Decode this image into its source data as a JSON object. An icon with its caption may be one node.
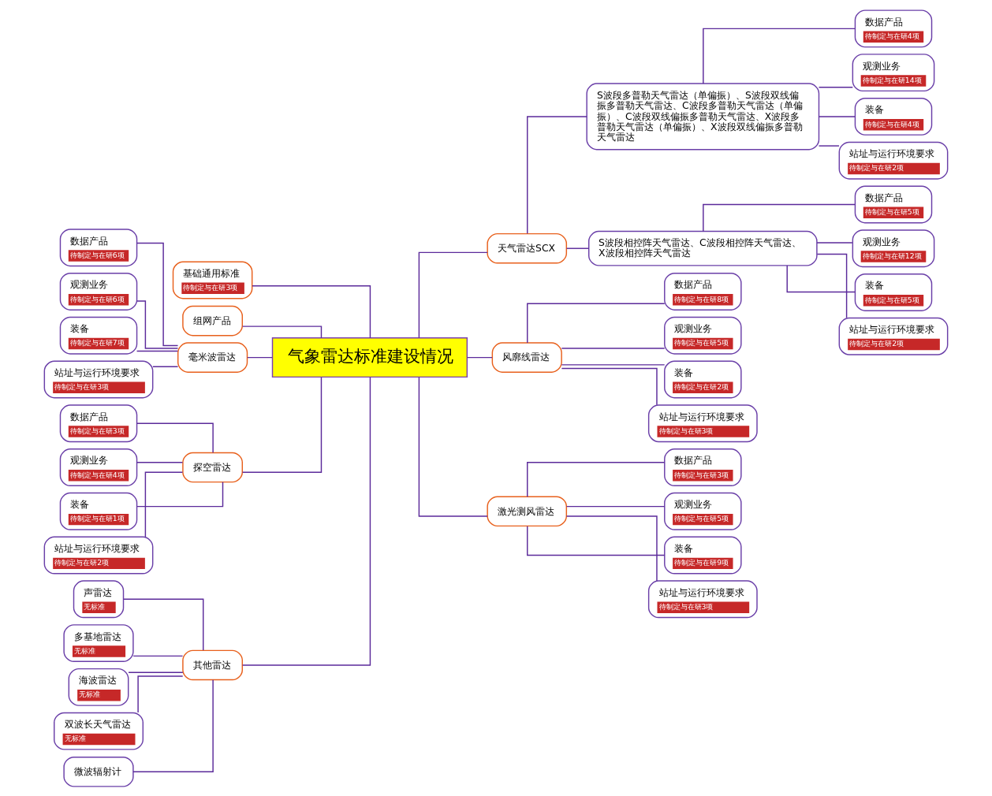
{
  "diagram": {
    "nodes": [
      {
        "text": [
          "气象雷达标准建设情况"
        ]
      },
      {
        "text": [
          "基础通用标准",
          "待制定与在研3项"
        ]
      },
      {
        "text": [
          "组网产品"
        ]
      },
      {
        "text": [
          "毫米波雷达"
        ]
      },
      {
        "text": [
          "数据产品",
          "待制定与在研6项"
        ]
      },
      {
        "text": [
          "观测业务",
          "待制定与在研6项"
        ]
      },
      {
        "text": [
          "装备",
          "待制定与在研7项"
        ]
      },
      {
        "text": [
          "站址与运行环境要求",
          "待制定与在研3项"
        ]
      },
      {
        "text": [
          "探空雷达"
        ]
      },
      {
        "text": [
          "数据产品",
          "待制定与在研3项"
        ]
      },
      {
        "text": [
          "观测业务",
          "待制定与在研4项"
        ]
      },
      {
        "text": [
          "装备",
          "待制定与在研1项"
        ]
      },
      {
        "text": [
          "站址与运行环境要求",
          "待制定与在研2项"
        ]
      },
      {
        "text": [
          "其他雷达"
        ]
      },
      {
        "text": [
          "声雷达",
          "无标准"
        ]
      },
      {
        "text": [
          "多基地雷达",
          "无标准"
        ]
      },
      {
        "text": [
          "海波雷达",
          "无标准"
        ]
      },
      {
        "text": [
          "双波长天气雷达",
          "无标准"
        ]
      },
      {
        "text": [
          "微波辐射计"
        ]
      },
      {
        "text": [
          "天气雷达SCX"
        ]
      },
      {
        "text": [
          "S波段多普勒天气雷达（单偏振）、S波段双线偏振多普勒天气雷达、C波段多普勒天气雷达（单偏振）、C波段双线偏振多普勒天气雷达、X波段多普勒天气雷达（单偏振）、X波段双线偏振多普勒天气雷达"
        ]
      },
      {
        "text": [
          "数据产品",
          "待制定与在研4项"
        ]
      },
      {
        "text": [
          "观测业务",
          "待制定与在研14项"
        ]
      },
      {
        "text": [
          "装备",
          "待制定与在研4项"
        ]
      },
      {
        "text": [
          "站址与运行环境要求",
          "待制定与在研2项"
        ]
      },
      {
        "text": [
          "S波段相控阵天气雷达、C波段相控阵天气雷达、X波段相控阵天气雷达"
        ]
      },
      {
        "text": [
          "数据产品",
          "待制定与在研5项"
        ]
      },
      {
        "text": [
          "观测业务",
          "待制定与在研12项"
        ]
      },
      {
        "text": [
          "装备",
          "待制定与在研5项"
        ]
      },
      {
        "text": [
          "站址与运行环境要求",
          "待制定与在研2项"
        ]
      },
      {
        "text": [
          "风廓线雷达"
        ]
      },
      {
        "text": [
          "数据产品",
          "待制定与在研8项"
        ]
      },
      {
        "text": [
          "观测业务",
          "待制定与在研5项"
        ]
      },
      {
        "text": [
          "装备",
          "待制定与在研2项"
        ]
      },
      {
        "text": [
          "站址与运行环境要求",
          "待制定与在研3项"
        ]
      },
      {
        "text": [
          "激光测风雷达"
        ]
      },
      {
        "text": [
          "数据产品",
          "待制定与在研3项"
        ]
      },
      {
        "text": [
          "观测业务",
          "待制定与在研5项"
        ]
      },
      {
        "text": [
          "装备",
          "待制定与在研9项"
        ]
      },
      {
        "text": [
          "站址与运行环境要求",
          "待制定与在研3项"
        ]
      }
    ],
    "edges": [
      {
        "from": 0,
        "to": 1,
        "arrow": "none"
      },
      {
        "from": 0,
        "to": 2,
        "arrow": "none"
      },
      {
        "from": 0,
        "to": 3,
        "arrow": "none"
      },
      {
        "from": 3,
        "to": 4,
        "arrow": "none"
      },
      {
        "from": 3,
        "to": 5,
        "arrow": "none"
      },
      {
        "from": 3,
        "to": 6,
        "arrow": "none"
      },
      {
        "from": 3,
        "to": 7,
        "arrow": "none"
      },
      {
        "from": 0,
        "to": 8,
        "arrow": "none"
      },
      {
        "from": 8,
        "to": 9,
        "arrow": "none"
      },
      {
        "from": 8,
        "to": 10,
        "arrow": "none"
      },
      {
        "from": 8,
        "to": 11,
        "arrow": "none"
      },
      {
        "from": 8,
        "to": 12,
        "arrow": "none"
      },
      {
        "from": 0,
        "to": 13,
        "arrow": "none"
      },
      {
        "from": 13,
        "to": 14,
        "arrow": "none"
      },
      {
        "from": 13,
        "to": 15,
        "arrow": "none"
      },
      {
        "from": 13,
        "to": 16,
        "arrow": "none"
      },
      {
        "from": 13,
        "to": 17,
        "arrow": "none"
      },
      {
        "from": 13,
        "to": 18,
        "arrow": "none"
      },
      {
        "from": 0,
        "to": 19,
        "arrow": "none"
      },
      {
        "from": 19,
        "to": 20,
        "arrow": "none"
      },
      {
        "from": 20,
        "to": 21,
        "arrow": "none"
      },
      {
        "from": 20,
        "to": 22,
        "arrow": "none"
      },
      {
        "from": 20,
        "to": 23,
        "arrow": "none"
      },
      {
        "from": 20,
        "to": 24,
        "arrow": "none"
      },
      {
        "from": 19,
        "to": 25,
        "arrow": "none"
      },
      {
        "from": 25,
        "to": 26,
        "arrow": "none"
      },
      {
        "from": 25,
        "to": 27,
        "arrow": "none"
      },
      {
        "from": 25,
        "to": 28,
        "arrow": "none"
      },
      {
        "from": 25,
        "to": 29,
        "arrow": "none"
      },
      {
        "from": 0,
        "to": 30,
        "arrow": "none"
      },
      {
        "from": 30,
        "to": 31,
        "arrow": "none"
      },
      {
        "from": 30,
        "to": 32,
        "arrow": "none"
      },
      {
        "from": 30,
        "to": 33,
        "arrow": "none"
      },
      {
        "from": 30,
        "to": 34,
        "arrow": "none"
      },
      {
        "from": 0,
        "to": 35,
        "arrow": "none"
      },
      {
        "from": 35,
        "to": 36,
        "arrow": "none"
      },
      {
        "from": 35,
        "to": 37,
        "arrow": "none"
      },
      {
        "from": 35,
        "to": 38,
        "arrow": "none"
      },
      {
        "from": 35,
        "to": 39,
        "arrow": "none"
      }
    ]
  }
}
